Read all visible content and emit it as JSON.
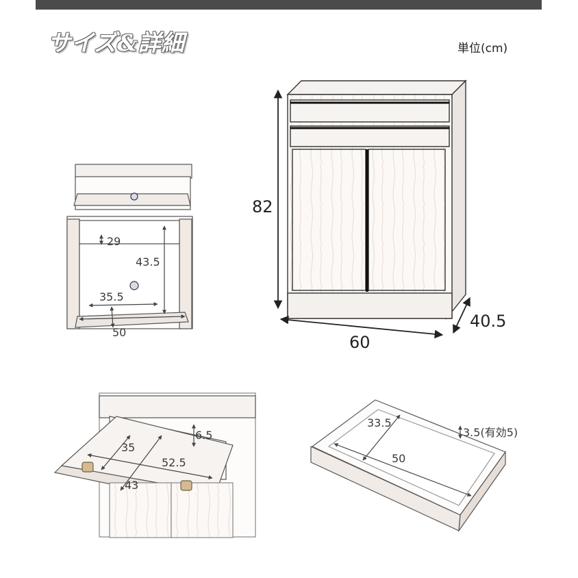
{
  "header": {
    "title": "サイズ&詳細",
    "unit": "単位(cm)"
  },
  "front_view": {
    "height": "82",
    "width": "60",
    "depth": "40.5"
  },
  "interior_view": {
    "shelf_gap": "29",
    "inner_height": "43.5",
    "inner_depth": "35.5",
    "inner_width": "50"
  },
  "slide_shelf": {
    "clearance": "6.5",
    "depth": "35",
    "width_back": "52.5",
    "width_front": "43"
  },
  "drawer": {
    "depth": "33.5",
    "width": "50",
    "height": "3.5(有効5)"
  }
}
